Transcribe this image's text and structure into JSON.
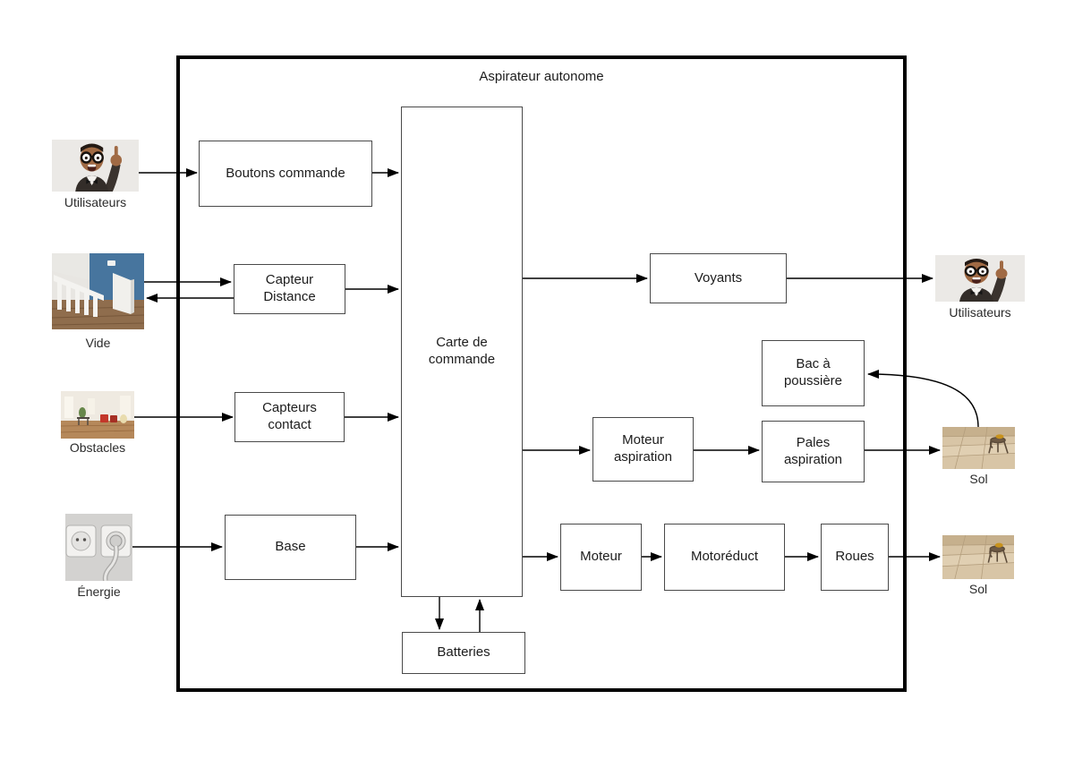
{
  "diagram": {
    "title": "Aspirateur autonome",
    "blocks": {
      "boutons_commande": "Boutons commande",
      "capteur_distance": "Capteur\nDistance",
      "capteurs_contact": "Capteurs\ncontact",
      "base": "Base",
      "carte_de_commande": "Carte de\ncommande",
      "batteries": "Batteries",
      "voyants": "Voyants",
      "bac_a_poussiere": "Bac à\npoussière",
      "moteur_aspiration": "Moteur\naspiration",
      "pales_aspiration": "Pales\naspiration",
      "moteur": "Moteur",
      "motoreduct": "Motoréduct",
      "roues": "Roues"
    },
    "externals": {
      "utilisateurs_left": "Utilisateurs",
      "vide": "Vide",
      "obstacles": "Obstacles",
      "energie": "Énergie",
      "utilisateurs_right": "Utilisateurs",
      "sol_aspiration": "Sol",
      "sol_roues": "Sol"
    },
    "colors": {
      "background": "#ffffff",
      "frame_border": "#000000",
      "block_border": "#4a4a4a",
      "arrow": "#000000",
      "text": "#1c1c1c"
    }
  }
}
